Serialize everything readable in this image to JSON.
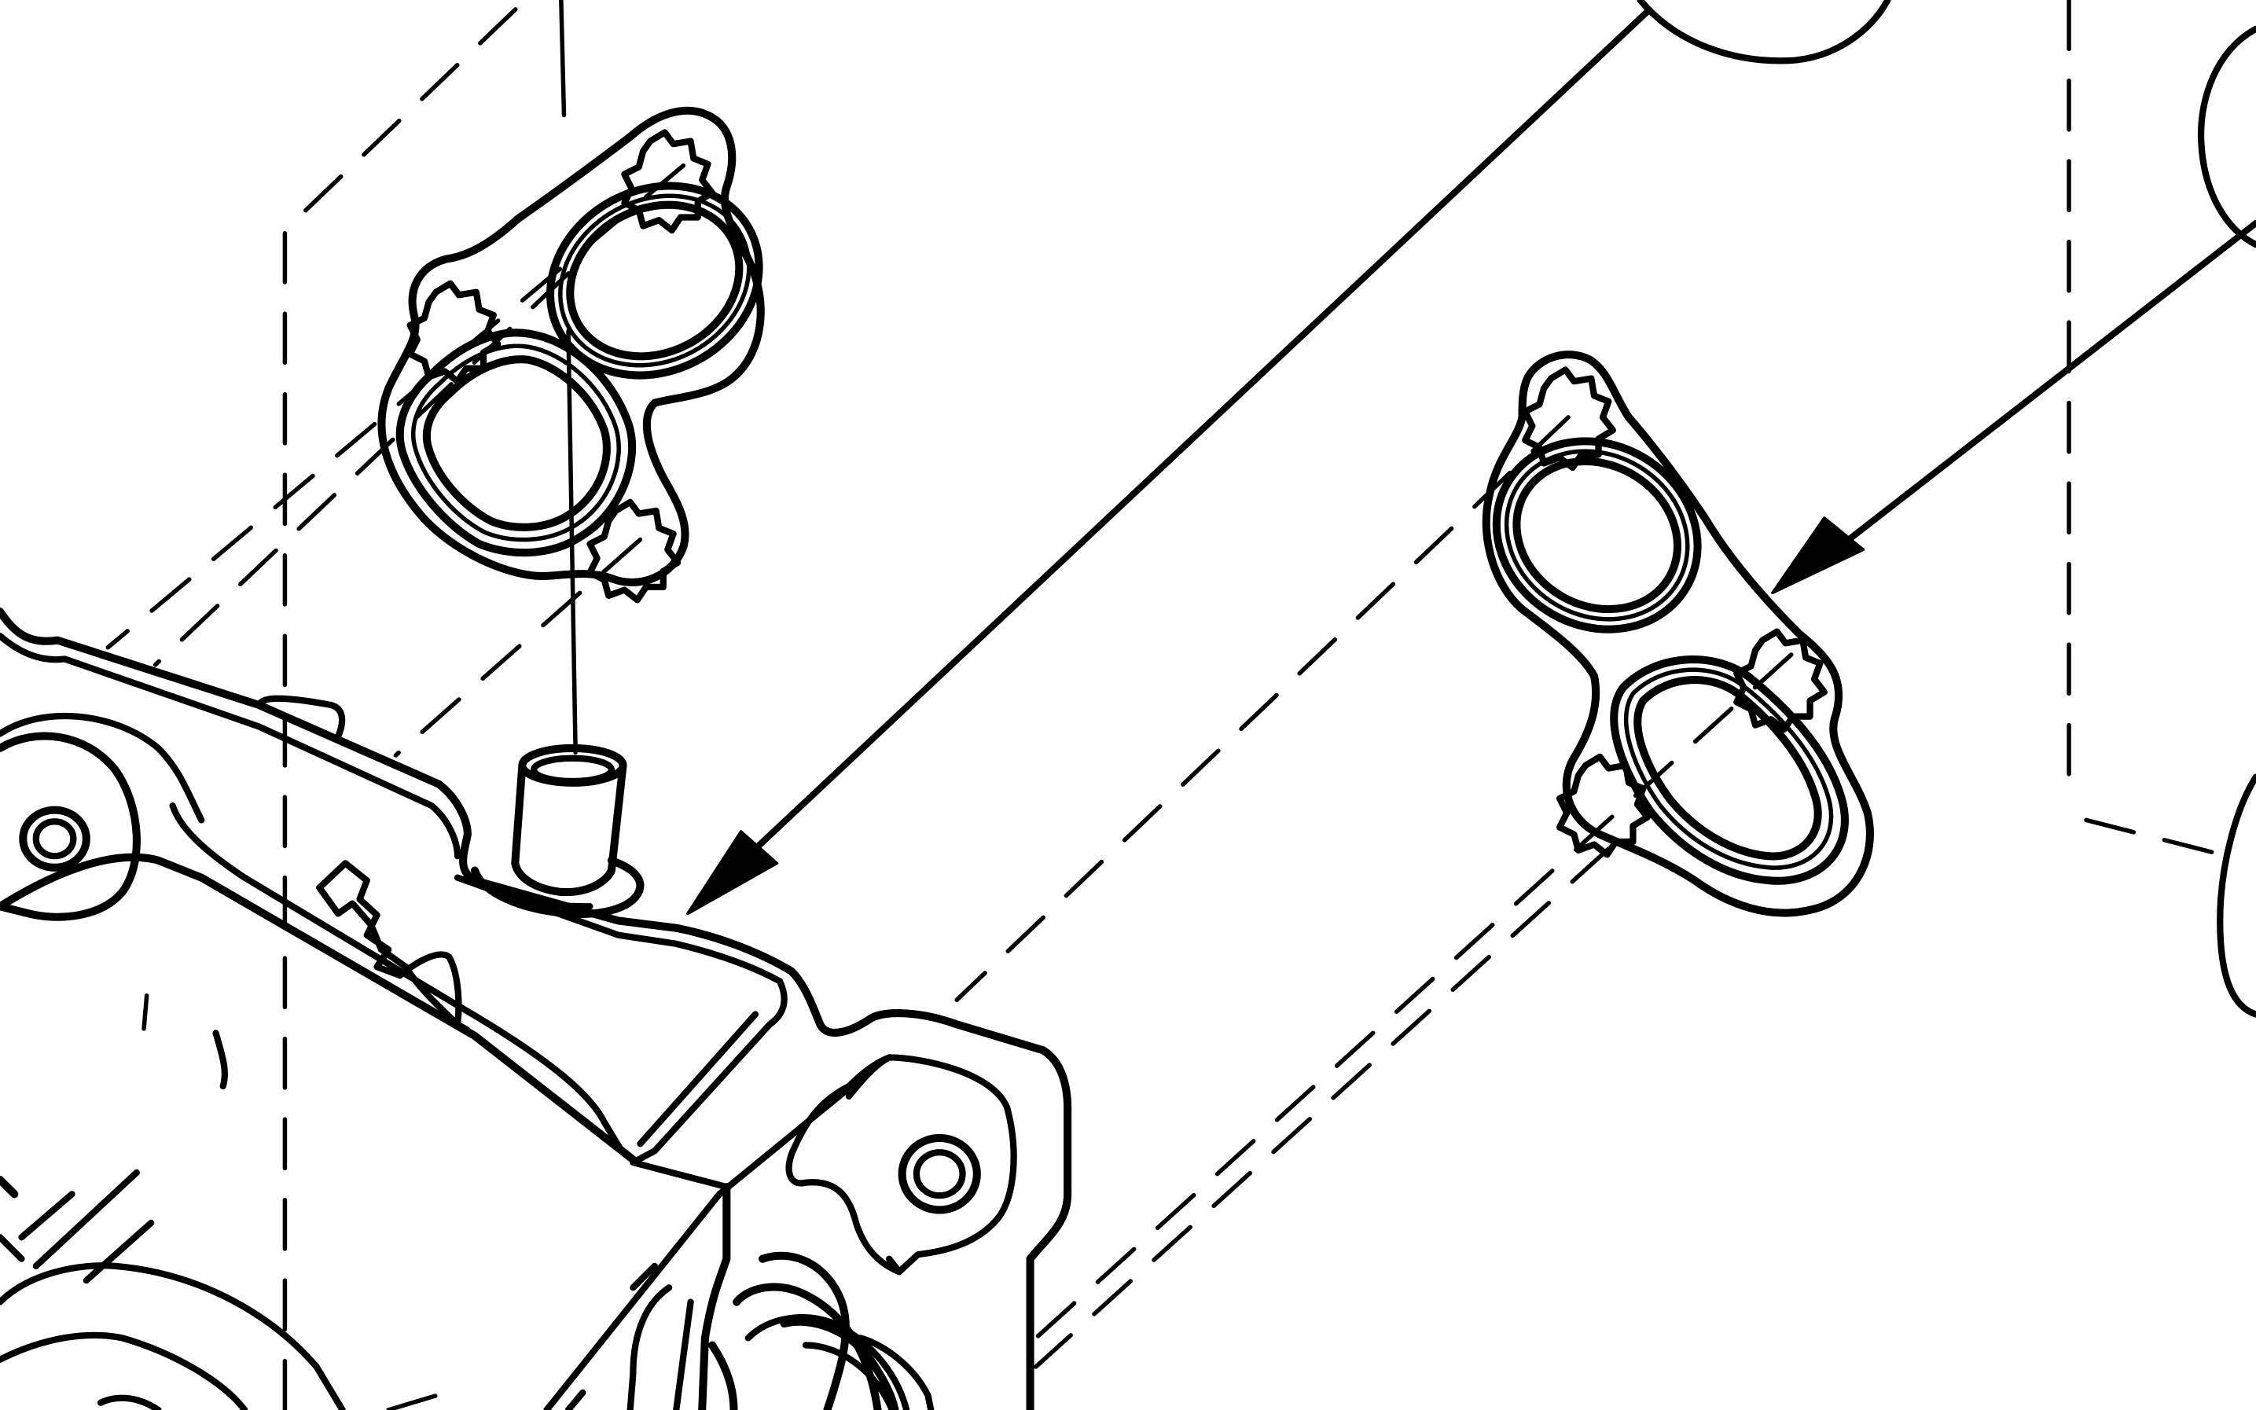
{
  "diagram": {
    "type": "exploded-view line drawing",
    "line_color": "#000000",
    "background_color": "#ffffff",
    "parts": [
      {
        "name": "gasket-left",
        "fastener_holes": 3,
        "seal_openings": [
          "round",
          "rounded-square"
        ]
      },
      {
        "name": "gasket-right",
        "fastener_holes": 3,
        "seal_openings": [
          "round",
          "rounded-square"
        ]
      },
      {
        "name": "housing-assembly",
        "features": [
          "tube-outlet",
          "hose-barb",
          "mounting-bore",
          "boss-hole",
          "threaded-outlet"
        ]
      }
    ],
    "callout_arrows": 2
  }
}
